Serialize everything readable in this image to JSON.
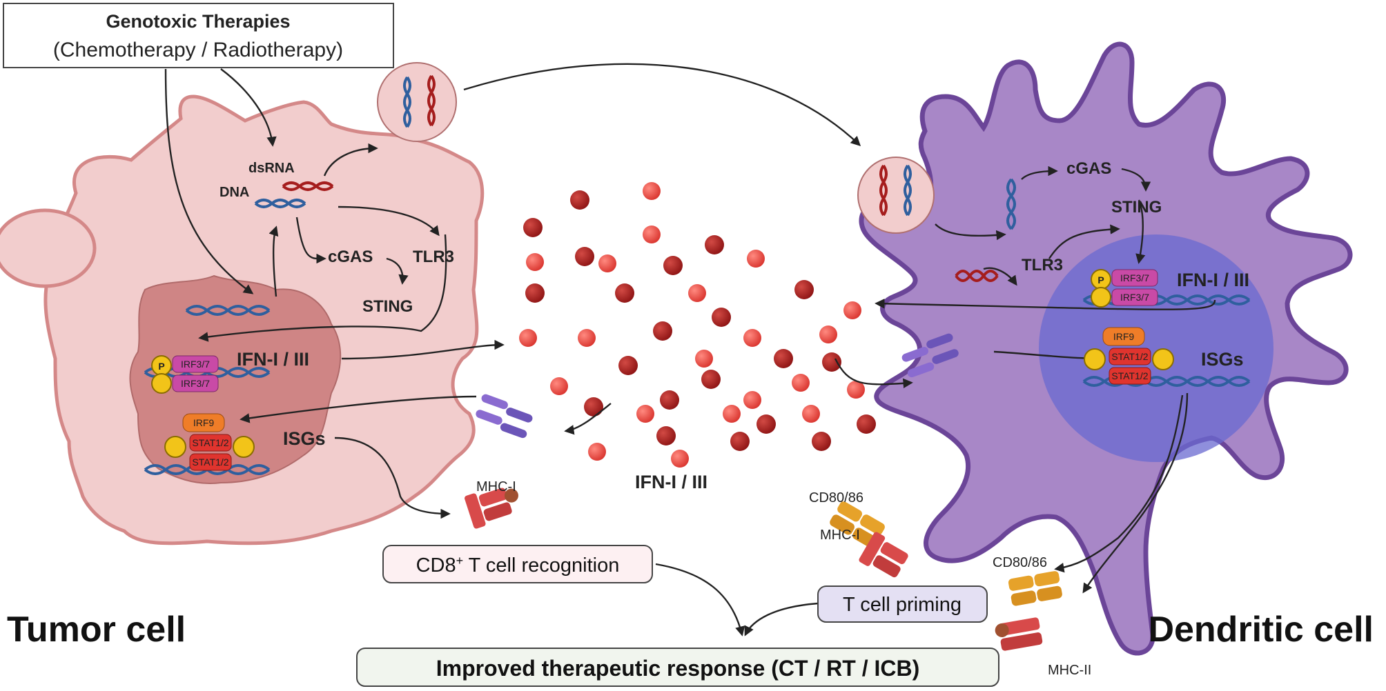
{
  "therapy_box": {
    "title": "Genotoxic Therapies",
    "subtitle": "(Chemotherapy / Radiotherapy)"
  },
  "tumor": {
    "label": "Tumor cell",
    "dsrna": "dsRNA",
    "dna": "DNA",
    "cgas": "cGAS",
    "tlr3": "TLR3",
    "sting": "STING",
    "p": "P",
    "irf37": "IRF3/7",
    "ifn": "IFN-I / III",
    "irf9": "IRF9",
    "stat12": "STAT1/2",
    "isgs": "ISGs",
    "mhc1": "MHC-I"
  },
  "center": {
    "ifn_label": "IFN-I / III"
  },
  "dendritic": {
    "label": "Dendritic cell",
    "cgas": "cGAS",
    "sting": "STING",
    "tlr3": "TLR3",
    "p": "P",
    "irf37": "IRF3/7",
    "ifn": "IFN-I / III",
    "irf9": "IRF9",
    "stat12": "STAT1/2",
    "isgs": "ISGs",
    "cd8086_top": "CD80/86",
    "mhc1": "MHC-I",
    "cd8086_bottom": "CD80/86",
    "mhc2": "MHC-II"
  },
  "boxes": {
    "cd8_main": "CD8",
    "cd8_sup": "+",
    "cd8_rest": " T cell recognition",
    "priming": "T cell priming",
    "response": "Improved therapeutic response (CT / RT / ICB)"
  },
  "colors": {
    "tumor_fill": "#f2cdcd",
    "tumor_stroke": "#d48888",
    "nucleus": "#cf8585",
    "dc_fill": "#a887c7",
    "dc_stroke": "#6b4598",
    "dc_nucleus": "#6a6ad0",
    "droplet_dark": "#a51d1d",
    "droplet_light": "#e0443f",
    "dna_blue": "#2f5f9e",
    "dna_red": "#a51d1d"
  }
}
